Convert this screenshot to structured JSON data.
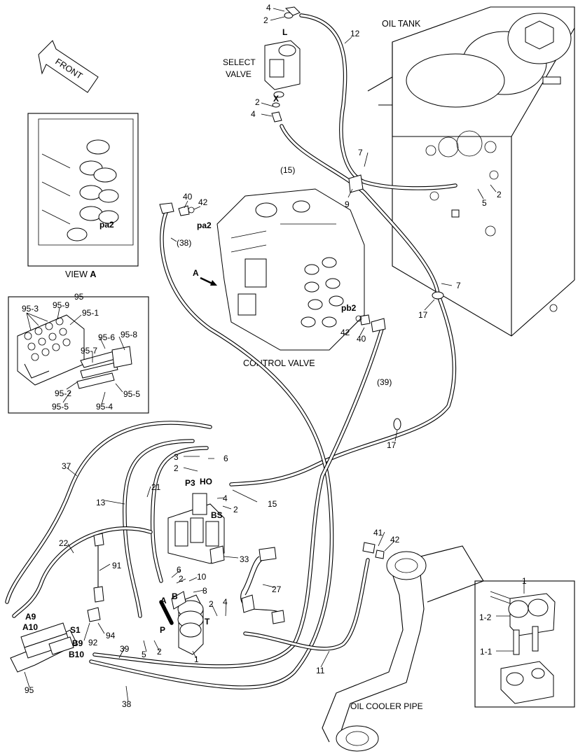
{
  "labels": {
    "oil_tank": "OIL TANK",
    "select_valve_1": "SELECT",
    "select_valve_2": "VALVE",
    "front": "FRONT",
    "view_a": "VIEW ",
    "view_a_letter": "A",
    "control_valve": "CONTROL VALVE",
    "oil_cooler_pipe": "OIL COOLER PIPE",
    "arrow_a": "A",
    "port_L": "L",
    "port_X": "X",
    "pa2_view": "pa2",
    "pa2": "pa2",
    "pb2": "pb2",
    "P3": "P3",
    "HO": "HO",
    "BS": "BS",
    "A_port": "A",
    "B_port": "B",
    "P_port": "P",
    "T_port": "T",
    "A9": "A9",
    "A10": "A10",
    "S1": "S1",
    "B9": "B9",
    "B10": "B10"
  },
  "callouts": {
    "n4a": "4",
    "n2a": "2",
    "n12": "12",
    "n2b": "2",
    "n4b": "4",
    "n15p": "(15)",
    "n7a": "7",
    "n9": "9",
    "n5a": "5",
    "n2c": "2",
    "n40a": "40",
    "n42a": "42",
    "n38p": "(38)",
    "n7b": "7",
    "n17a": "17",
    "n42b": "42",
    "n40b": "40",
    "n39p": "(39)",
    "n17b": "17",
    "n95": "95",
    "n95_3": "95-3",
    "n95_9": "95-9",
    "n95_1": "95-1",
    "n95_6": "95-6",
    "n95_8": "95-8",
    "n95_7": "95-7",
    "n95_2": "95-2",
    "n95_5a": "95-5",
    "n95_5b": "95-5",
    "n95_4": "95-4",
    "n37": "37",
    "n3": "3",
    "n2d": "2",
    "n6a": "6",
    "n21": "21",
    "n13": "13",
    "n4c": "4",
    "n2e": "2",
    "n15": "15",
    "n22": "22",
    "n33": "33",
    "n91": "91",
    "n6b": "6",
    "n2f": "2",
    "n10": "10",
    "n8": "8",
    "n27": "27",
    "n41": "41",
    "n42c": "42",
    "n2g": "2",
    "n4d": "4",
    "n94": "94",
    "n92": "92",
    "n39": "39",
    "n5b": "5",
    "n2h": "2",
    "n1": "1",
    "n11": "11",
    "n95b": "95",
    "n38": "38",
    "n1_box": "1",
    "n1_2": "1-2",
    "n1_1": "1-1"
  }
}
